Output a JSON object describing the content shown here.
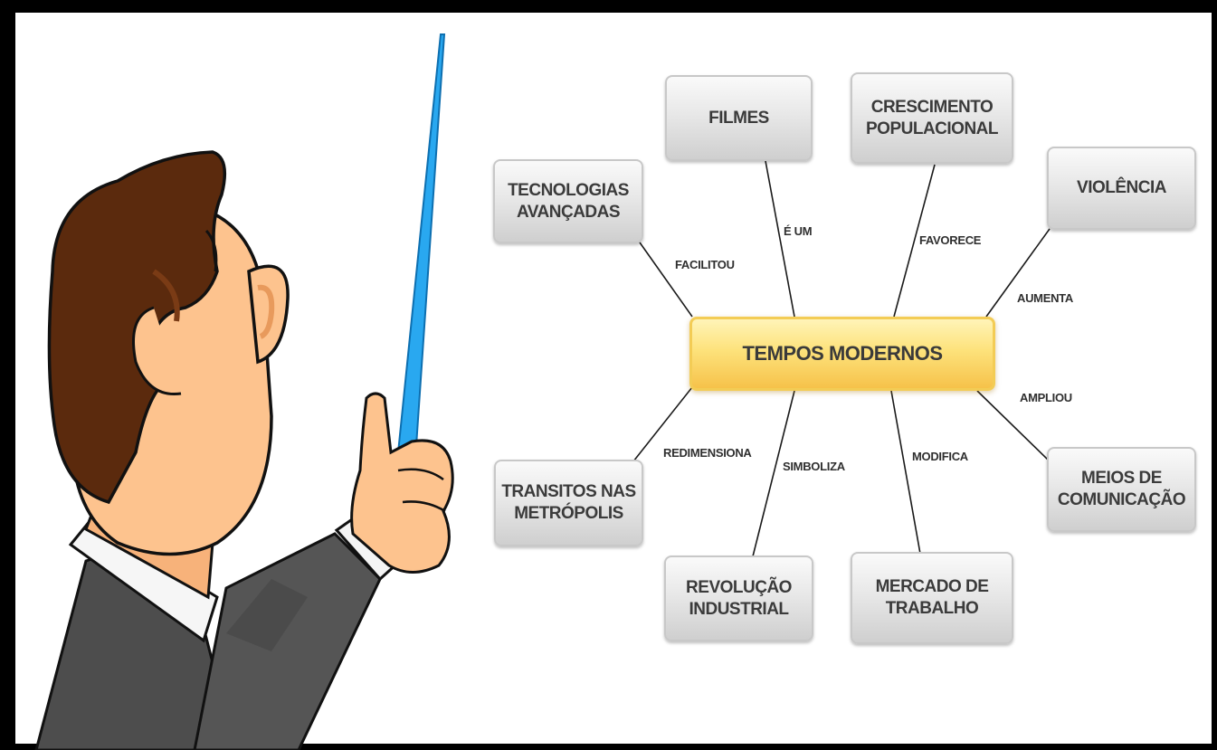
{
  "diagram": {
    "center": "TEMPOS MODERNOS",
    "nodes": {
      "filmes": "FILMES",
      "crescimento": "CRESCIMENTO\nPOPULACIONAL",
      "tecnologias": "TECNOLOGIAS\nAVANÇADAS",
      "violencia": "VIOLÊNCIA",
      "transitos": "TRANSITOS NAS\nMETRÓPOLIS",
      "revolucao": "REVOLUÇÃO\nINDUSTRIAL",
      "mercado": "MERCADO DE\nTRABALHO",
      "meios": "MEIOS DE\nCOMUNICAÇÃO"
    },
    "edges": {
      "facilitou": "FACILITOU",
      "e_um": "É UM",
      "favorece": "FAVORECE",
      "aumenta": "AUMENTA",
      "ampliou": "AMPLIOU",
      "redimensiona": "REDIMENSIONA",
      "simboliza": "SIMBOLIZA",
      "modifica": "MODIFICA"
    }
  },
  "colors": {
    "frame": "#000000",
    "background": "#ffffff",
    "center_fill": "#fde27b",
    "node_fill": "#e0e0e0",
    "hair": "#5a2a0c",
    "skin": "#fdc38e",
    "suit": "#4a4a4a",
    "pointer": "#29a8f0"
  },
  "icons": [
    "teacher-illustration",
    "pointer-stick"
  ]
}
